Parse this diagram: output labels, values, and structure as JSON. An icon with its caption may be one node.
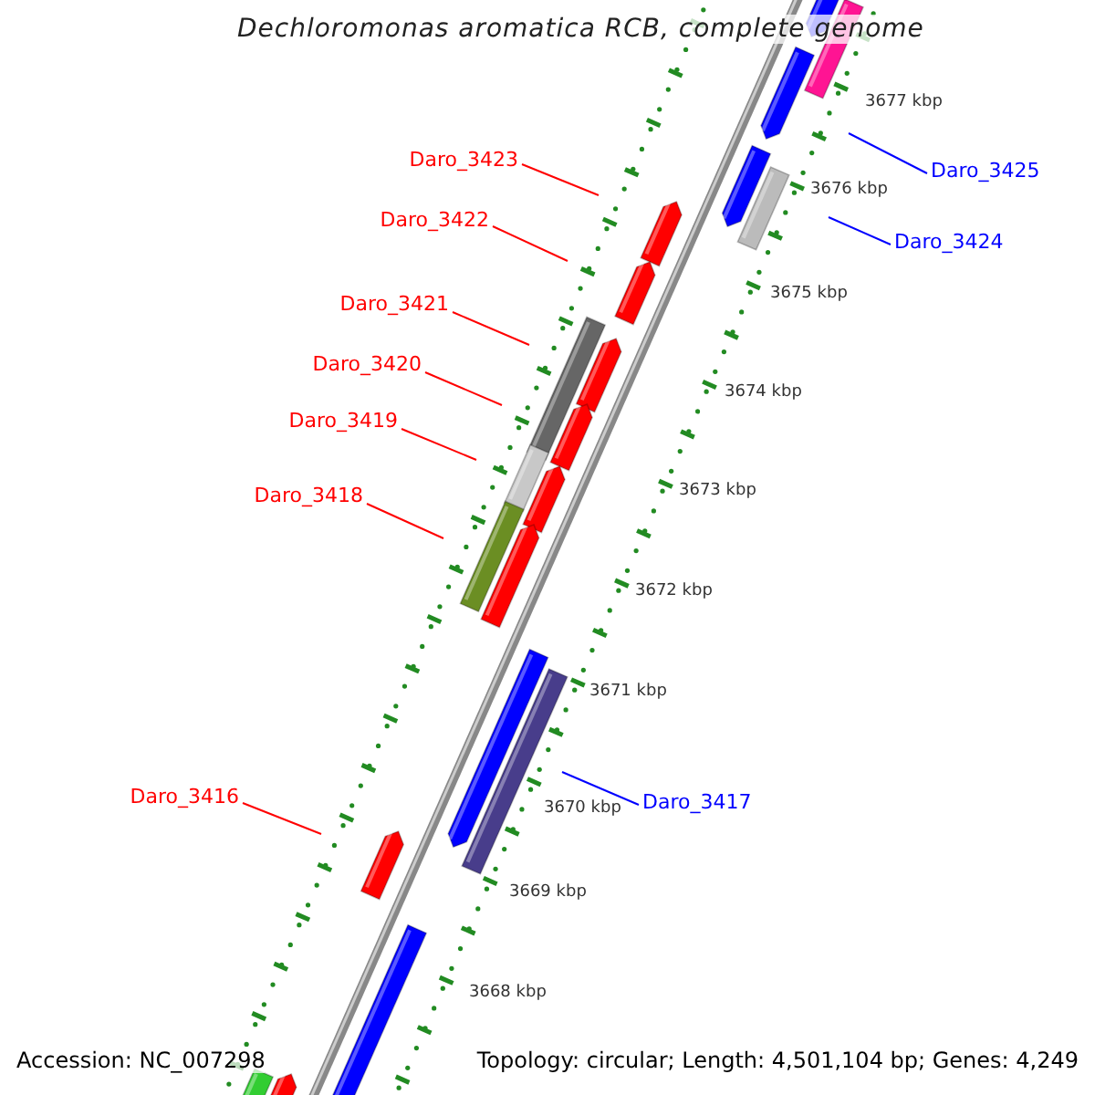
{
  "diagram": {
    "title": "Dechloromonas aromatica RCB, complete genome",
    "nodes": [
      {
        "text": [
          "Daro_3423"
        ]
      },
      {
        "text": [
          "Daro_3425"
        ]
      },
      {
        "text": [
          "Daro_3422"
        ]
      },
      {
        "text": [
          "Daro_3424"
        ]
      },
      {
        "text": [
          "Daro_3421"
        ]
      },
      {
        "text": [
          "Daro_3420"
        ]
      },
      {
        "text": [
          "Daro_3419"
        ]
      },
      {
        "text": [
          "Daro_3418"
        ]
      },
      {
        "text": [
          "Daro_3416"
        ]
      },
      {
        "text": [
          "Daro_3417"
        ]
      }
    ],
    "edges": [
      {
        "from": 0,
        "to": null,
        "arrow": "none"
      },
      {
        "from": 1,
        "to": null,
        "arrow": "none",
        "color": "#0000ff"
      },
      {
        "from": 2,
        "to": null,
        "arrow": "none"
      },
      {
        "from": 3,
        "to": null,
        "arrow": "none",
        "color": "#0000ff"
      },
      {
        "from": 4,
        "to": null,
        "arrow": "none"
      },
      {
        "from": 5,
        "to": null,
        "arrow": "none"
      },
      {
        "from": 6,
        "to": null,
        "arrow": "none"
      },
      {
        "from": 7,
        "to": null,
        "arrow": "none"
      },
      {
        "from": 8,
        "to": null,
        "arrow": "none"
      },
      {
        "from": 9,
        "to": null,
        "arrow": "none",
        "color": "#0000ff"
      }
    ],
    "labels": [
      "3677 kbp",
      "3676 kbp",
      "3675 kbp",
      "3674 kbp",
      "3673 kbp",
      "3672 kbp",
      "3671 kbp",
      "3670 kbp",
      "3669 kbp",
      "3668 kbp",
      "Accession: NC_007298",
      "Topology: circular; Length: 4,501,104 bp; Genes: 4,249"
    ]
  }
}
